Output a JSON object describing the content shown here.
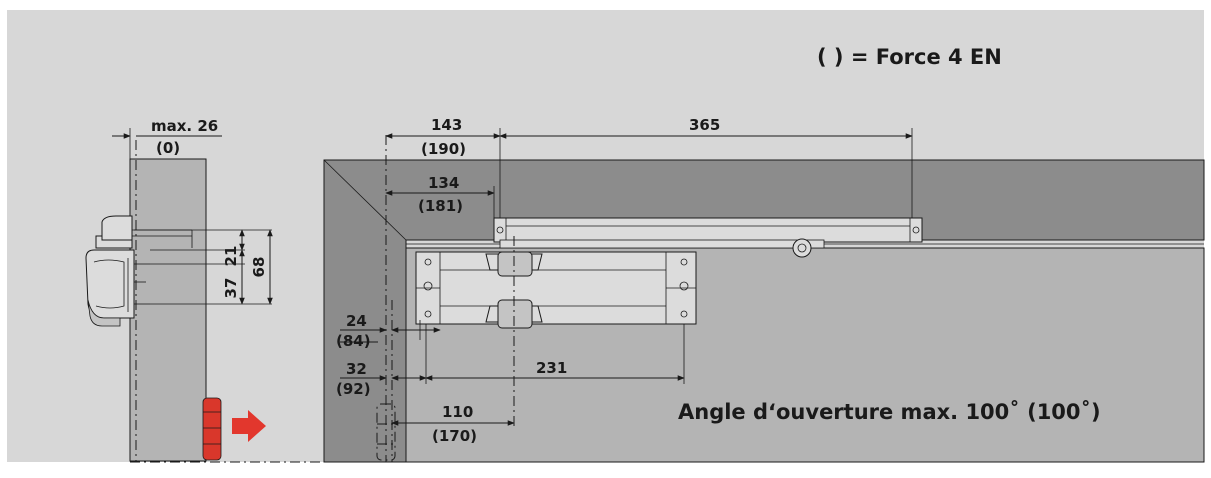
{
  "legend": "( ) = Force 4 EN",
  "caption": "Angle d‘ouverture max. 100˚ (100˚)",
  "colors": {
    "background": "#d7d7d7",
    "wall": "#8c8c8c",
    "door": "#b4b4b4",
    "closer_body": "#dcdcdc",
    "arrow": "#e2372d",
    "hinge": "#d9372b"
  },
  "side_view": {
    "top_dim": "max. 26",
    "top_dim_alt": "(0)",
    "vertical_dims": [
      "37",
      "21",
      "68"
    ]
  },
  "top_view": {
    "dims": {
      "d143": "143",
      "d190": "(190)",
      "d365": "365",
      "d134": "134",
      "d181": "(181)",
      "d24": "24",
      "d84": "(84)",
      "d32": "32",
      "d92": "(92)",
      "d231": "231",
      "d110": "110",
      "d170": "(170)"
    }
  }
}
